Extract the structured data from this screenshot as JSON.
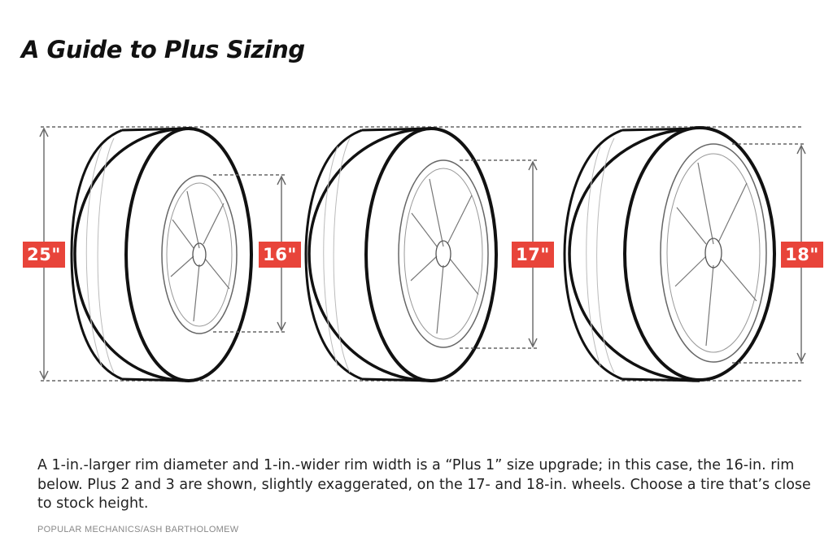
{
  "title": "A Guide to Plus Sizing",
  "labels": {
    "overall_height": "25\"",
    "rim_16": "16\"",
    "rim_17": "17\"",
    "rim_18": "18\""
  },
  "caption": "A 1-in.-larger rim diameter and 1-in.-wider rim width is a “Plus 1” size upgrade; in this case, the 16-in. rim below. Plus 2 and 3 are shown, slightly exaggerated, on the 17- and 18-in. wheels. Choose a tire that’s close to stock height.",
  "credit": "POPULAR MECHANICS/ASH BARTHOLOMEW",
  "colors": {
    "badge": "#e8443a",
    "line": "#111111",
    "dim": "#555555"
  }
}
